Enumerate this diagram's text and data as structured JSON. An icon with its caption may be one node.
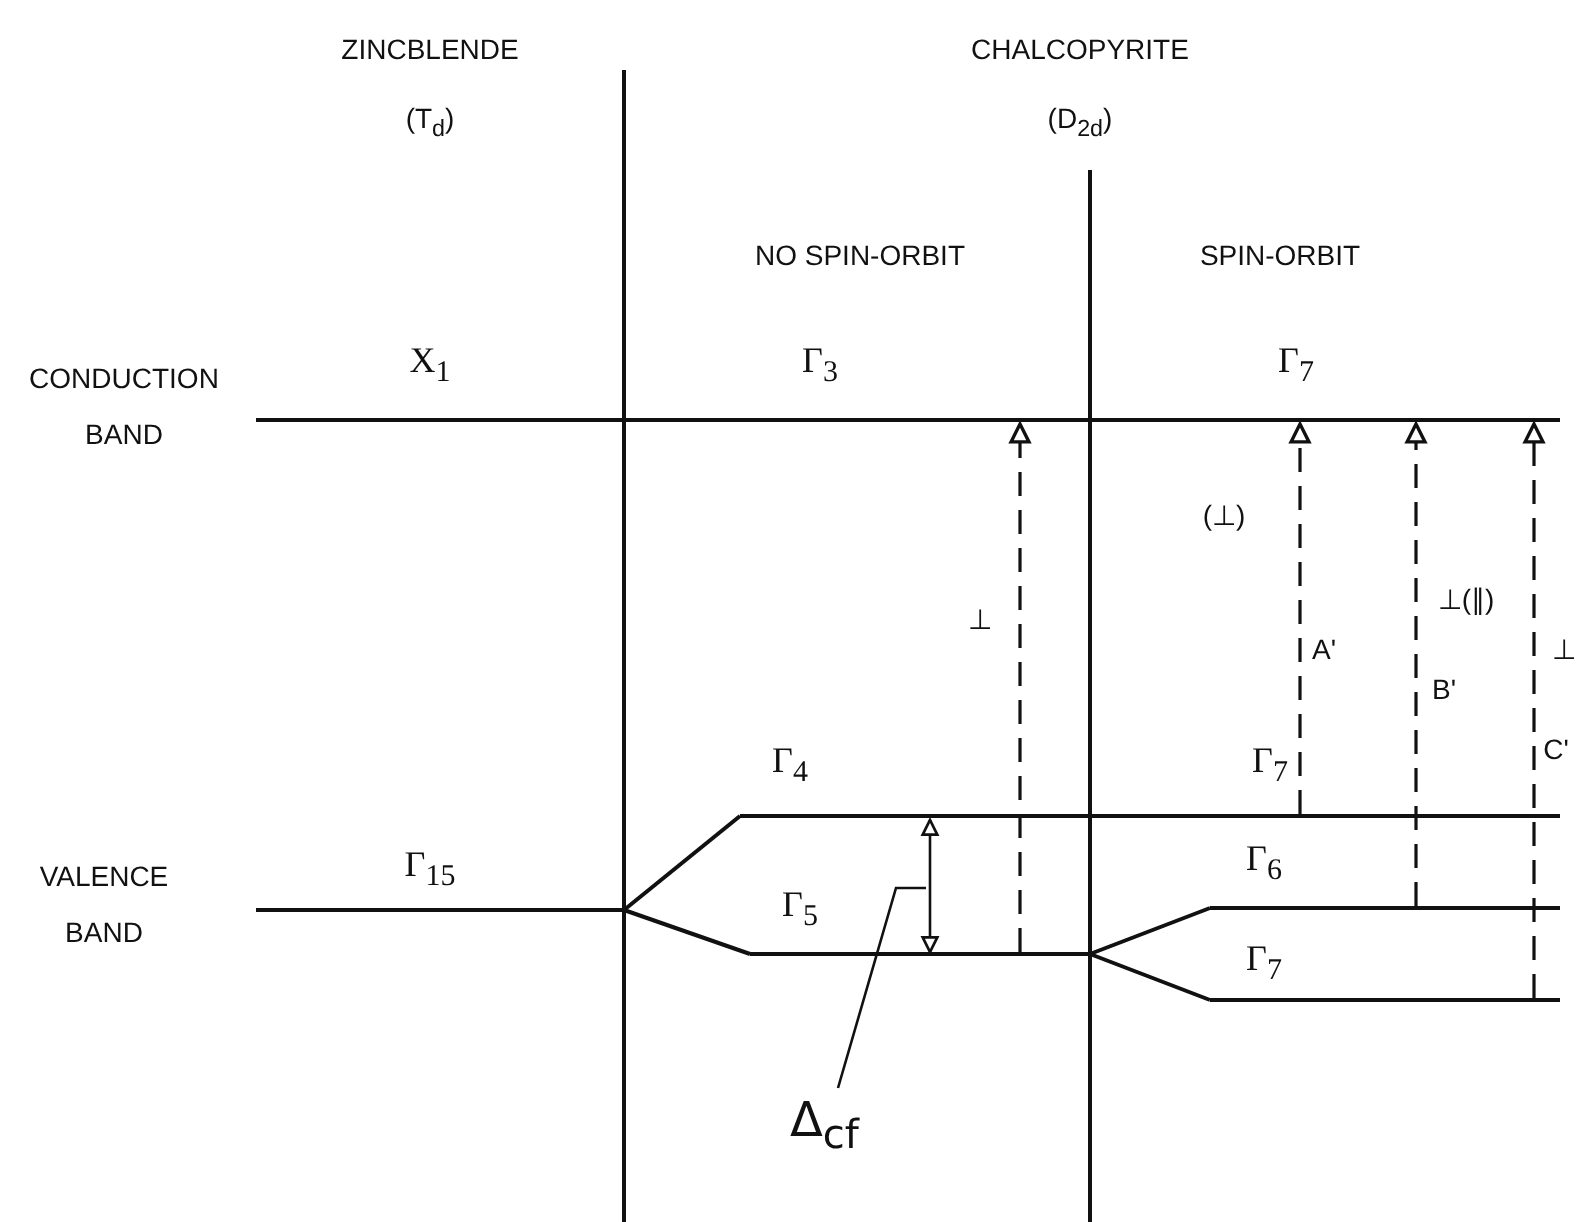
{
  "diagram": {
    "nodes": [
      {
        "text": [],
        "shape": "bar",
        "beside": [
          "CONDUCTION BAND",
          "X$_{1}$",
          "Γ$_{3}$",
          "Γ$_{7}$"
        ]
      },
      {
        "text": [],
        "shape": "bar",
        "beside": [
          "Γ$_{4}$",
          "Γ$_{7}$"
        ]
      },
      {
        "text": [],
        "shape": "bar",
        "beside": [
          "VALENCE BAND",
          "Γ$_{15}$"
        ]
      },
      {
        "text": [],
        "shape": "bar",
        "beside": [
          "Γ$_{5}$"
        ]
      },
      {
        "text": [],
        "shape": "bar",
        "beside": [
          "Γ$_{6}$"
        ]
      },
      {
        "text": [],
        "shape": "bar",
        "beside": [
          "Γ$_{7}$"
        ]
      },
      {
        "text": [
          "Δ$_{cf}$"
        ]
      }
    ],
    "edges": [
      {
        "from": 2,
        "to": 1,
        "arrow": "none"
      },
      {
        "from": 2,
        "to": 3,
        "arrow": "none"
      },
      {
        "from": 3,
        "to": 4,
        "arrow": "none"
      },
      {
        "from": 3,
        "to": 5,
        "arrow": "none"
      },
      {
        "from": 3,
        "to": 0,
        "arrow": "to",
        "style": "dashed",
        "label": "⊥"
      },
      {
        "from": 1,
        "to": 0,
        "arrow": "to",
        "style": "dashed",
        "label": "A'"
      },
      {
        "from": 4,
        "to": 0,
        "arrow": "to",
        "style": "dashed",
        "label": "B'"
      },
      {
        "from": 5,
        "to": 0,
        "arrow": "to",
        "style": "dashed",
        "label": "C'"
      },
      {
        "from": 6,
        "to": null,
        "arrow": "none"
      },
      {
        "from": 3,
        "to": 1,
        "arrow": "both"
      }
    ],
    "labels": [
      "ZINCBLENDE",
      "CHALCOPYRITE",
      "(T$_{d}$)",
      "(D$_{2d}$)",
      "NO SPIN-ORBIT",
      "SPIN-ORBIT",
      "(⊥)",
      "⊥(∥)",
      "⊥"
    ]
  }
}
